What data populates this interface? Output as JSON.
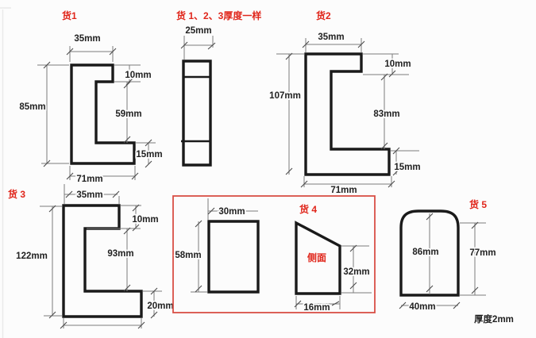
{
  "colors": {
    "label_red": "#e0261b",
    "box_red": "#d94f45",
    "shape_line": "#1a1a1a",
    "dim_line": "#7d7d7d",
    "dim_text": "#222222",
    "background": "#fcfcfc"
  },
  "drawing": {
    "item1": {
      "name": "货1",
      "top_width": "35mm",
      "left_height": "85mm",
      "lip_depth": "10mm",
      "inner_right": "59mm",
      "bottom_lip": "15mm",
      "bottom_width": "71mm"
    },
    "thickness_header": {
      "text": "货 1、2、3厚度一样",
      "bar_width": "25mm"
    },
    "item2": {
      "name": "货2",
      "top_width": "35mm",
      "left_height": "107mm",
      "lip_depth": "10mm",
      "inner_right": "83mm",
      "bottom_lip": "15mm",
      "bottom_width": "71mm"
    },
    "item3": {
      "name": "货 3",
      "top_width": "35mm",
      "left_height": "122mm",
      "lip_depth": "10mm",
      "inner_right": "93mm",
      "bottom_lip": "20mm"
    },
    "item4": {
      "name": "货 4",
      "front_width": "30mm",
      "front_height": "58mm",
      "side_view_label": "侧面",
      "side_right_height": "32mm",
      "side_bottom_width": "16mm"
    },
    "item5": {
      "name": "货 5",
      "center_height": "86mm",
      "right_height": "77mm",
      "bottom_width": "40mm"
    },
    "footer_note": "厚度2mm"
  }
}
